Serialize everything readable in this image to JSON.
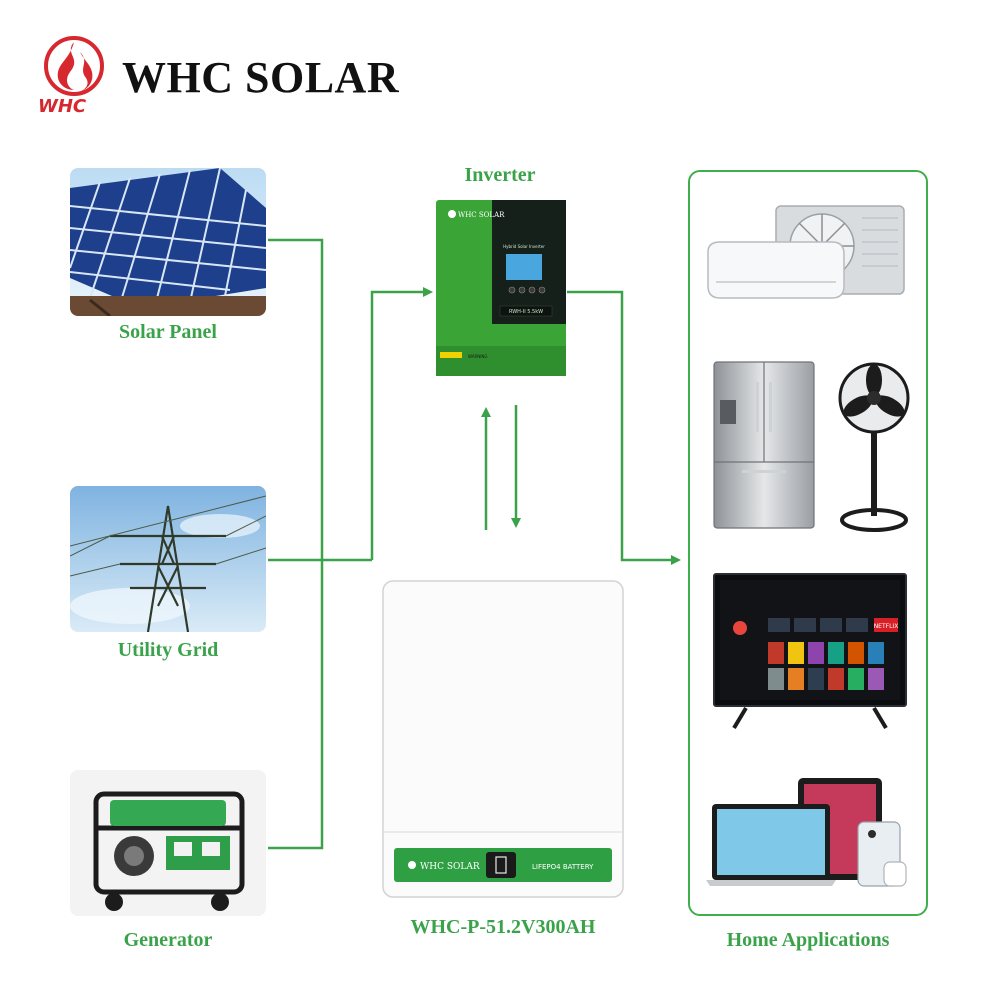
{
  "brand": {
    "name": "WHC SOLAR",
    "logo_text": "WHC",
    "primary_color": "#d7282f"
  },
  "accent_color": "#3aa34a",
  "sources": [
    {
      "label": "Solar Panel",
      "icon": "solar-panel-icon"
    },
    {
      "label": "Utility Grid",
      "icon": "power-tower-icon"
    },
    {
      "label": "Generator",
      "icon": "generator-icon"
    }
  ],
  "inverter": {
    "title": "Inverter",
    "badge": "WHC SOLAR",
    "screen_text": "Hybrid Solar Inverter",
    "model_text": "RWH-II 5.5kW",
    "warning_label": "WARNING"
  },
  "battery": {
    "brand_label": "WHC SOLAR",
    "type_label": "LIFEPO4 BATTERY",
    "model": "WHC-P-51.2V300AH"
  },
  "home": {
    "title": "Home Applications",
    "appliances": [
      {
        "name": "air-conditioner-icon"
      },
      {
        "name": "refrigerator-icon"
      },
      {
        "name": "stand-fan-icon"
      },
      {
        "name": "smart-tv-icon"
      },
      {
        "name": "laptop-icon"
      },
      {
        "name": "tablet-icon"
      },
      {
        "name": "smartphone-icon"
      },
      {
        "name": "earbuds-icon"
      }
    ],
    "tv_badge": "NETFLIX"
  }
}
